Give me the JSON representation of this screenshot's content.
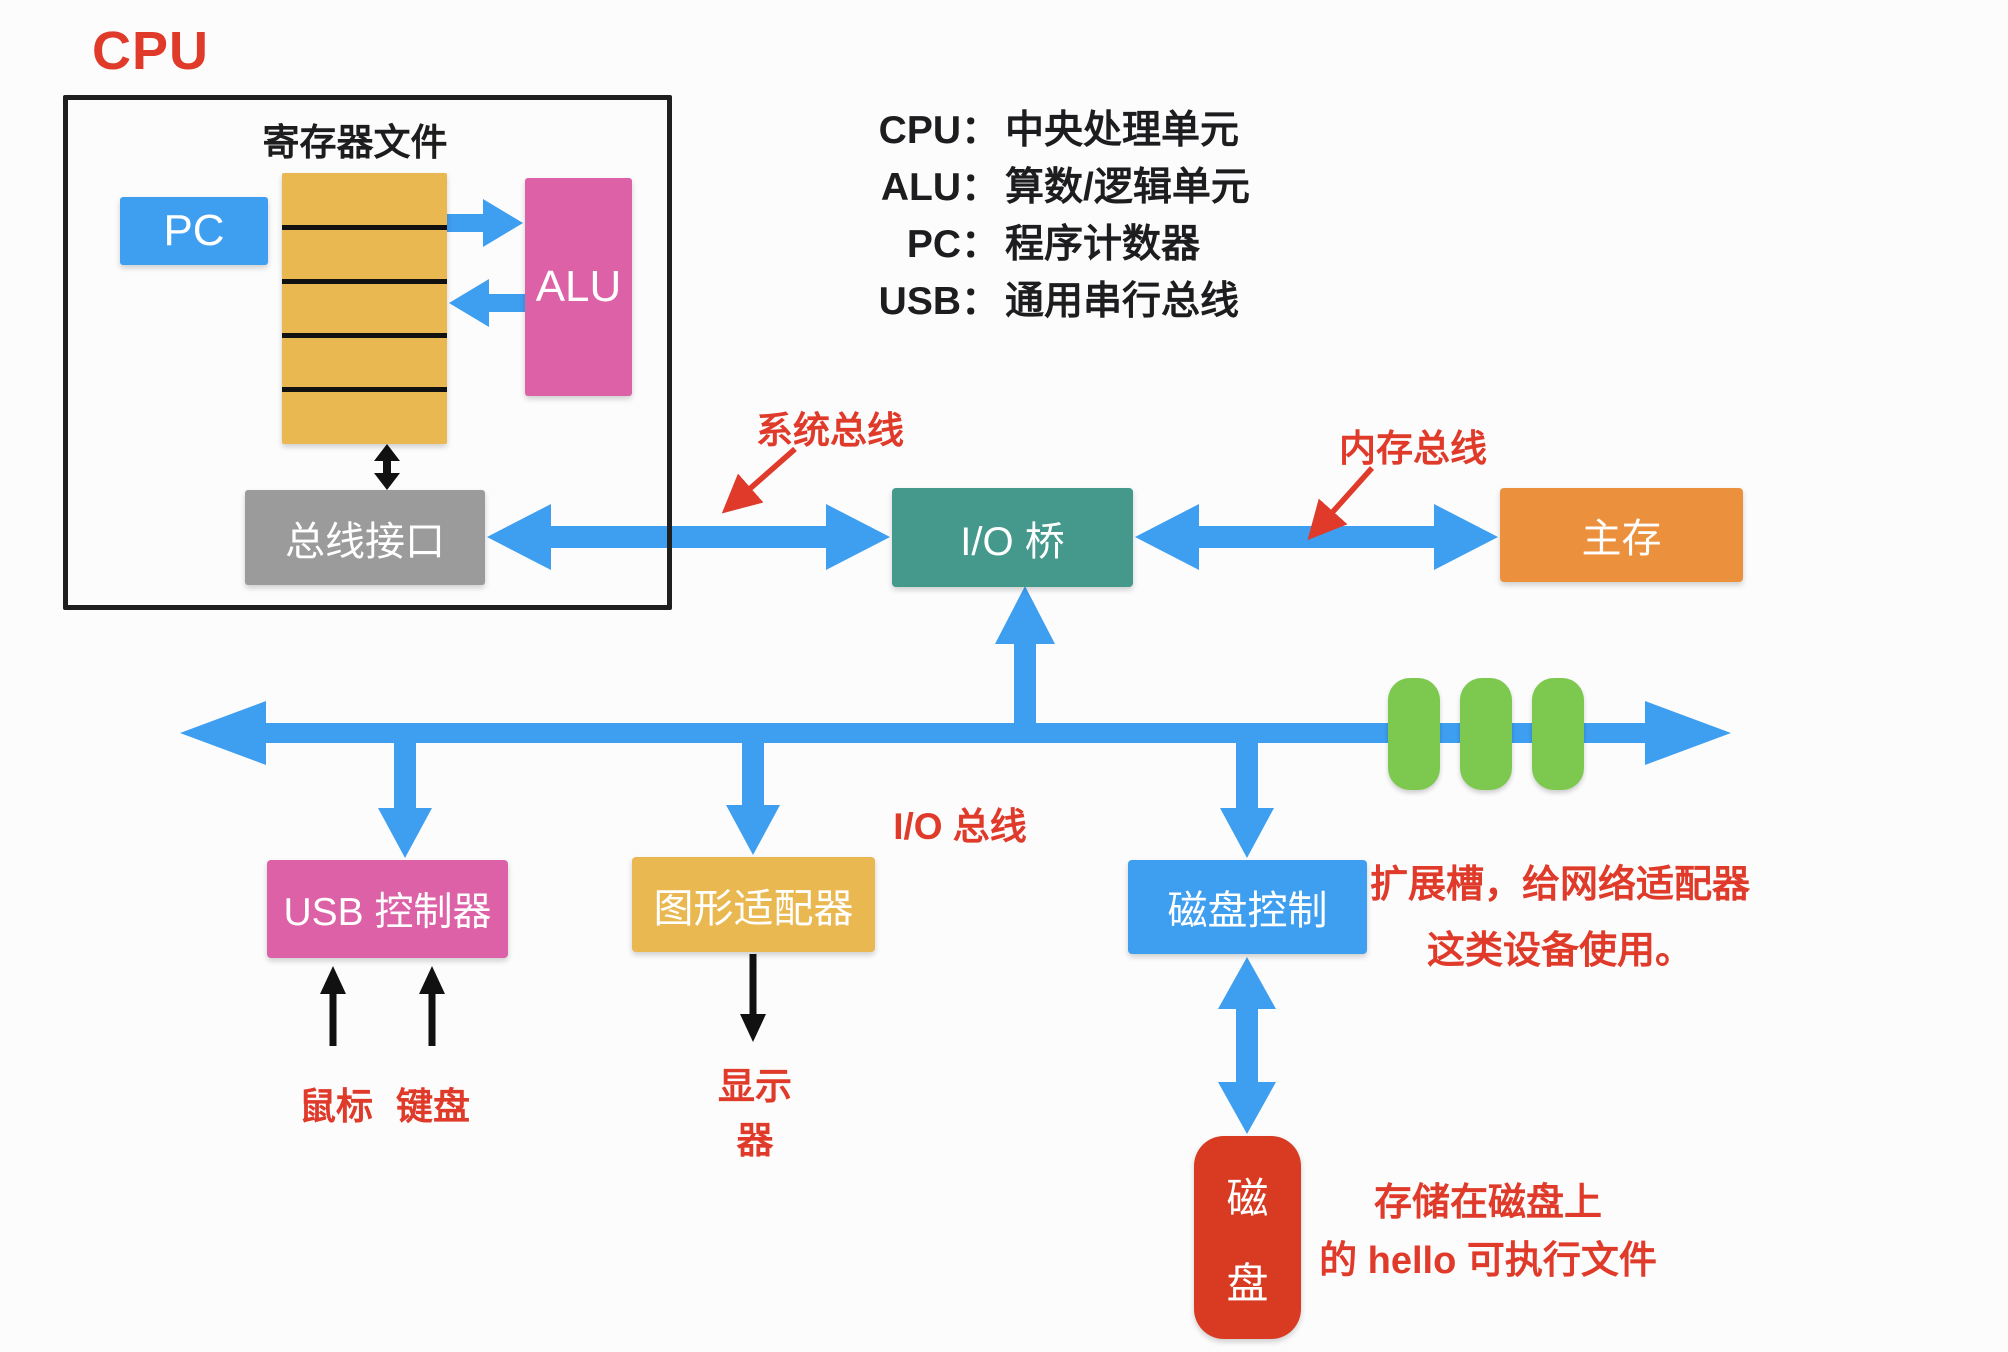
{
  "cpu": {
    "title": "CPU",
    "register_file_label": "寄存器文件",
    "pc_label": "PC",
    "alu_label": "ALU",
    "bus_interface_label": "总线接口"
  },
  "legend": {
    "items": [
      {
        "term": "CPU：",
        "def": "中央处理单元"
      },
      {
        "term": "ALU：",
        "def": "算数/逻辑单元"
      },
      {
        "term": "PC：",
        "def": "程序计数器"
      },
      {
        "term": "USB：",
        "def": "通用串行总线"
      }
    ]
  },
  "buses": {
    "system_bus_label": "系统总线",
    "memory_bus_label": "内存总线",
    "io_bus_label": "I/O 总线"
  },
  "nodes": {
    "io_bridge": "I/O 桥",
    "main_memory": "主存",
    "usb_controller": "USB 控制器",
    "graphics_adapter": "图形适配器",
    "disk_controller": "磁盘控制",
    "disk_char_top": "磁",
    "disk_char_bottom": "盘"
  },
  "peripherals": {
    "mouse": "鼠标",
    "keyboard": "键盘",
    "display": "显示器"
  },
  "annotations": {
    "expansion_slots_line1": "扩展槽，给网络适配器",
    "expansion_slots_line2": "这类设备使用。",
    "disk_note_line1": "存储在磁盘上",
    "disk_note_line2": "的 hello 可执行文件"
  },
  "colors": {
    "accent_blue": "#3e9ef0",
    "gold": "#eab851",
    "pink": "#dd61a6",
    "gray": "#9b9b9b",
    "teal": "#44998c",
    "orange": "#eb913d",
    "green": "#7dc94f",
    "disk_red": "#d83b21",
    "annotation_red": "#df3a2a",
    "ink_black": "#1d1d1f"
  }
}
